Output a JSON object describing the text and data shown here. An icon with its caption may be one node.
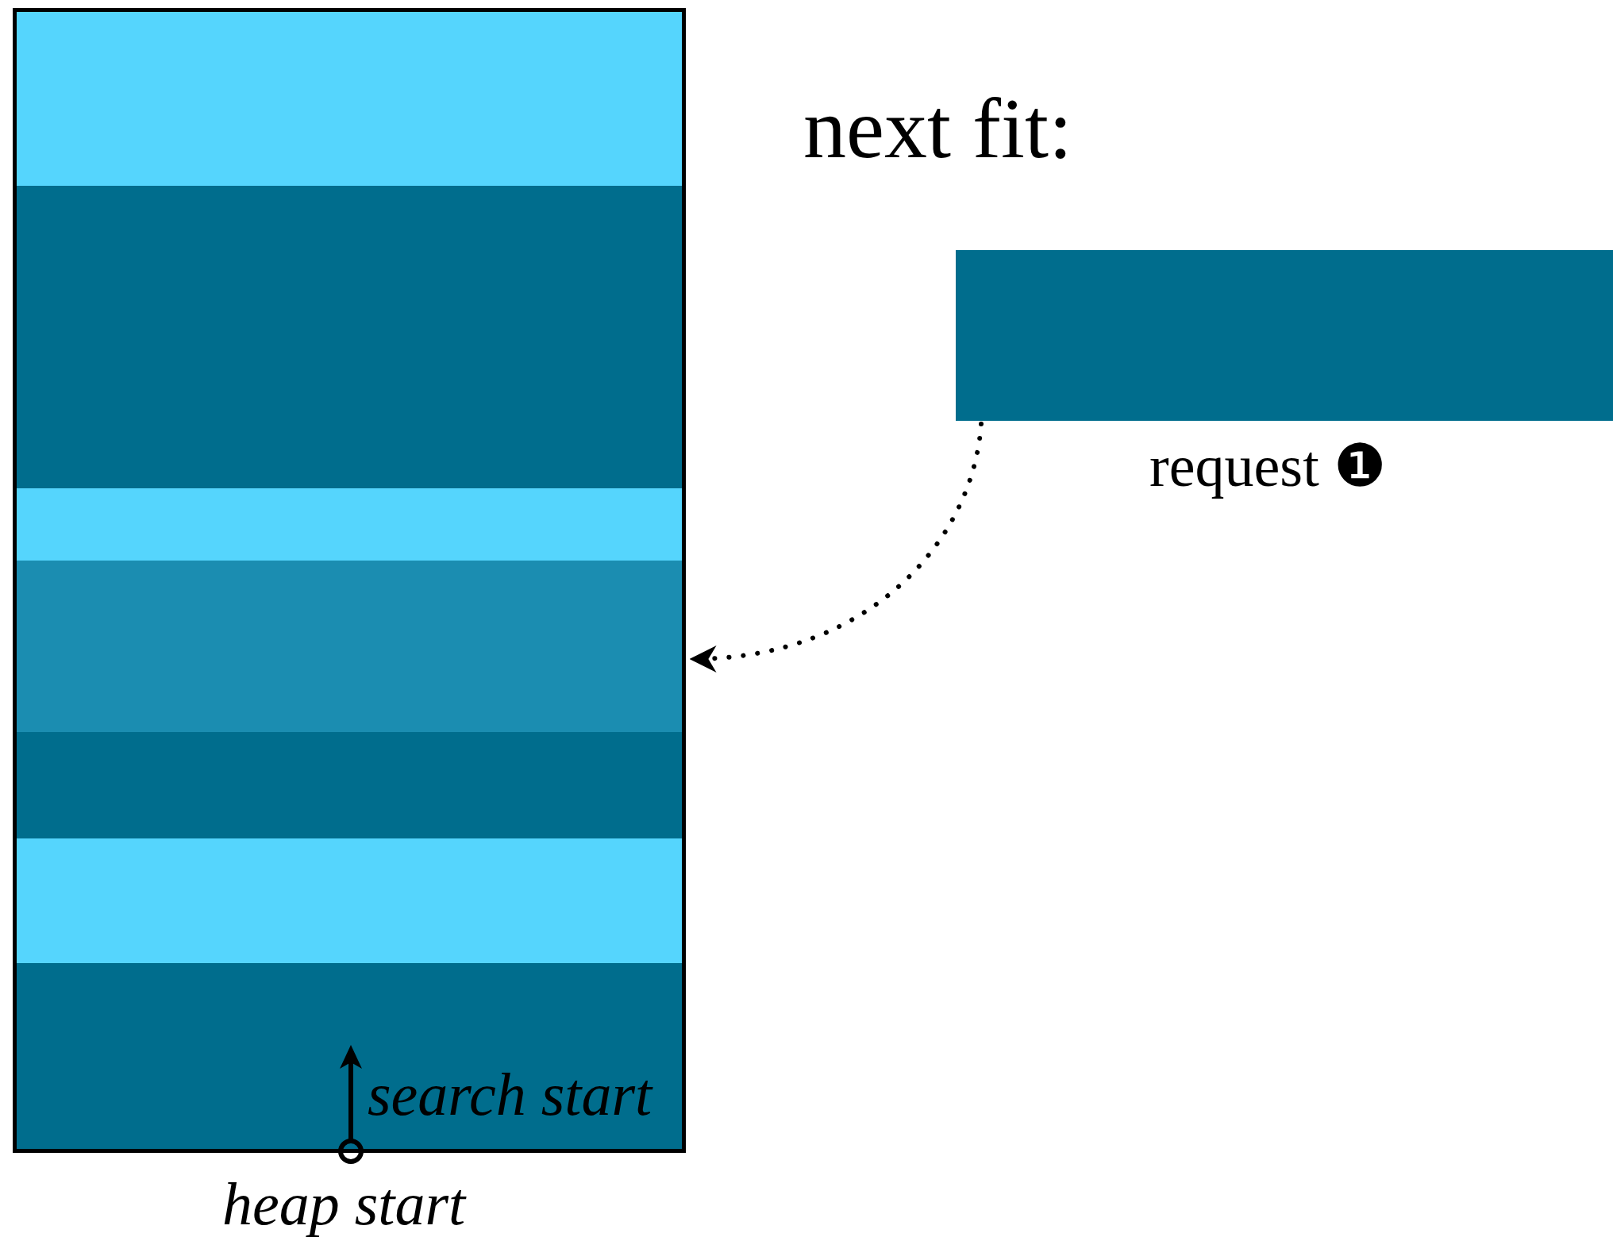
{
  "diagram": {
    "title": "next fit:",
    "nodes": [
      {
        "text": [],
        "shape": "box"
      },
      {
        "text": [],
        "shape": "bar",
        "in": 0
      },
      {
        "text": [],
        "shape": "bar",
        "in": 0
      },
      {
        "text": [],
        "shape": "bar",
        "in": 0
      },
      {
        "text": [],
        "shape": "bar",
        "in": 0
      },
      {
        "text": [],
        "shape": "bar",
        "in": 0
      },
      {
        "text": [],
        "shape": "bar",
        "in": 0
      },
      {
        "text": [],
        "shape": "bar",
        "in": 0
      },
      {
        "text": [],
        "shape": "bar",
        "beside": [
          "request ❶"
        ]
      }
    ],
    "edges": [
      {
        "from": 8,
        "to": 4,
        "arrow": "to",
        "style": "dashed"
      }
    ],
    "labels": [
      "search start",
      "heap start"
    ]
  }
}
